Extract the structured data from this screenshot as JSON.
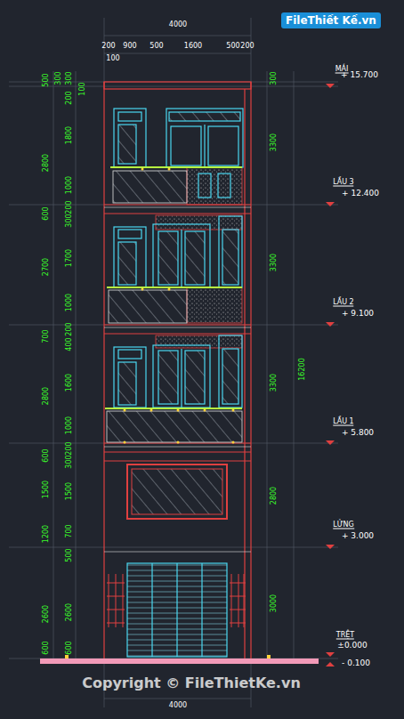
{
  "diagram": {
    "labels": [
      "4000",
      "200",
      "900",
      "500",
      "1600",
      "500",
      "200",
      "100",
      "500",
      "2800",
      "600",
      "2700",
      "700",
      "2800",
      "600",
      "1500",
      "1200",
      "2600",
      "600",
      "300",
      "100",
      "300",
      "200",
      "1800",
      "1000",
      "200",
      "300",
      "1700",
      "1000",
      "200",
      "400",
      "1600",
      "1000",
      "200",
      "300",
      "1500",
      "700",
      "500",
      "2600",
      "600",
      "300",
      "3300",
      "3300",
      "3300",
      "2800",
      "3000",
      "16200",
      "MÁI",
      "+ 15.700",
      "LẦU 3",
      "+ 12.400",
      "LẦU 2",
      "+ 9.100",
      "LẦU 1",
      "+ 5.800",
      "LỬNG",
      "+ 3.000",
      "TRỆT",
      "±0.000",
      "- 0.100",
      "4000",
      "FileThiết Kế.vn",
      "Copyright © FileThietKe.vn"
    ]
  }
}
